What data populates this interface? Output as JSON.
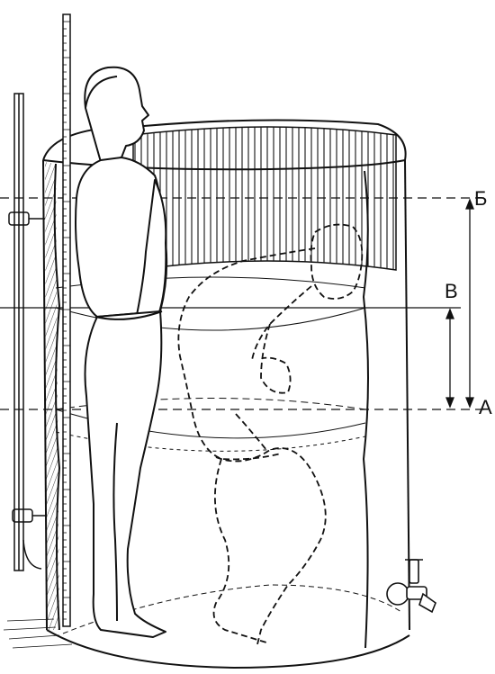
{
  "labels": {
    "b_top": "Б",
    "v_mid": "В",
    "a_bottom": "А"
  },
  "colors": {
    "ink": "#111111",
    "paper": "#ffffff"
  }
}
